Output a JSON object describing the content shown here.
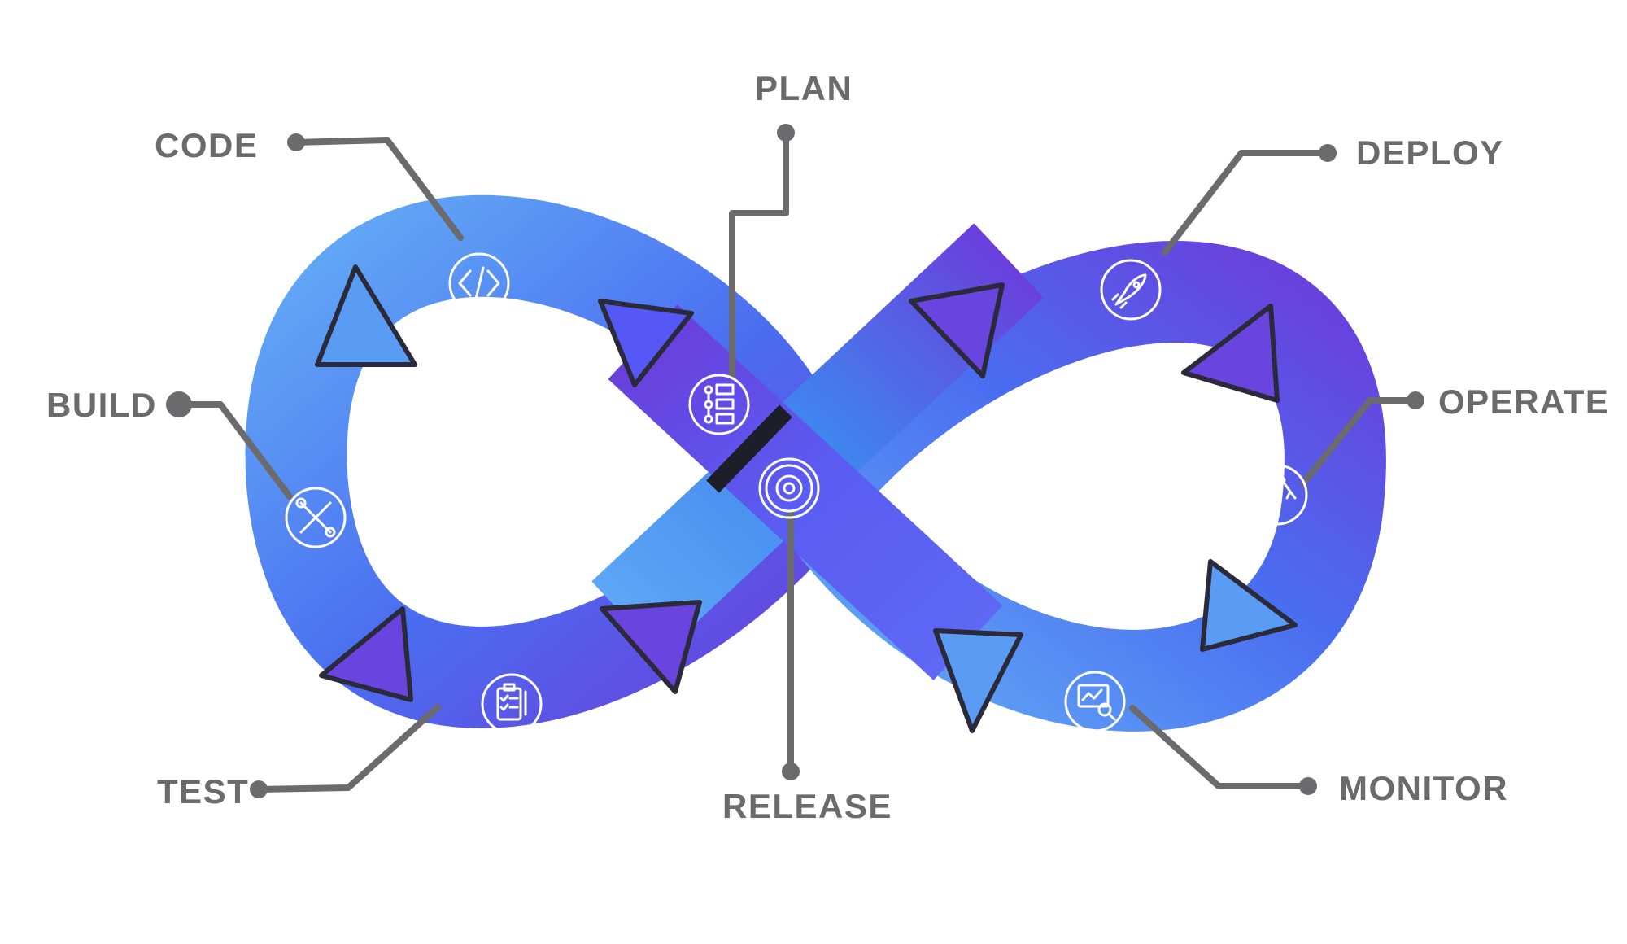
{
  "stages": {
    "plan": "PLAN",
    "code": "CODE",
    "build": "BUILD",
    "test": "TEST",
    "release": "RELEASE",
    "deploy": "DEPLOY",
    "operate": "OPERATE",
    "monitor": "MONITOR"
  },
  "icons": {
    "code": "code-brackets-icon",
    "plan": "flowchart-icon",
    "build": "wrench-screwdriver-icon",
    "test": "clipboard-checklist-icon",
    "release": "gear-icon",
    "deploy": "rocket-icon",
    "operate": "robotic-arm-icon",
    "monitor": "monitor-magnifier-icon"
  },
  "colors": {
    "light_blue": "#5fa8f5",
    "mid_blue": "#4a6cf0",
    "violet": "#6d3fdc",
    "connector_gray": "#6b6b6d",
    "label_gray": "#6b6b6d"
  }
}
